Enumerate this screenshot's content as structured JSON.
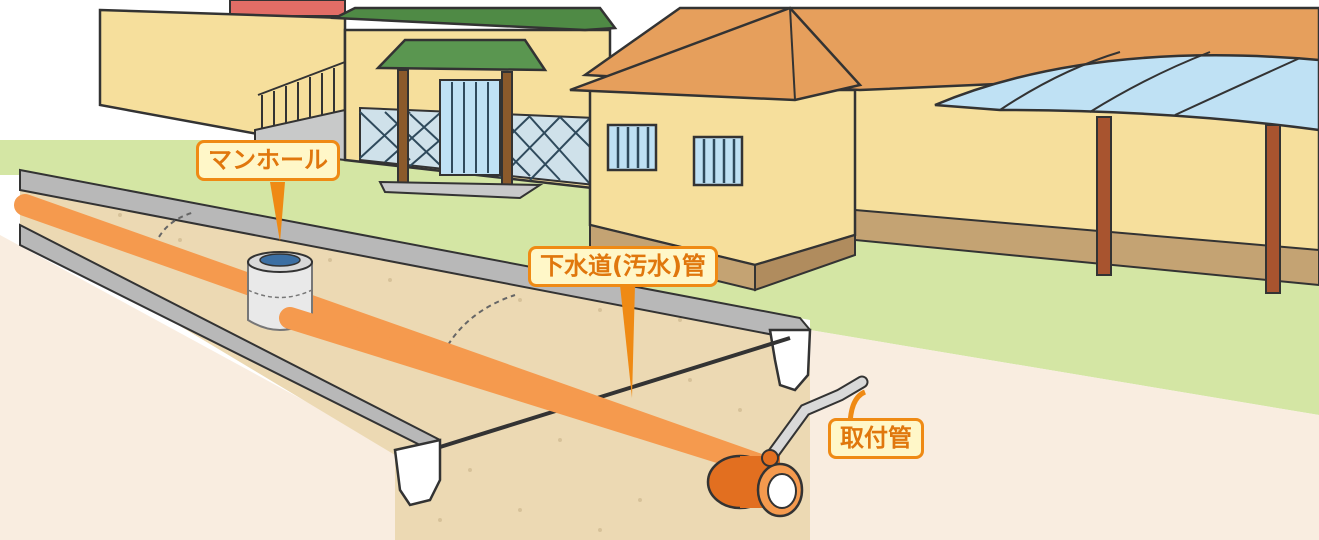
{
  "labels": {
    "manhole": "マンホール",
    "sewer_pipe": "下水道(汚水)管",
    "lateral_pipe": "取付管"
  },
  "colors": {
    "callout_border": "#ef8a14",
    "callout_fill": "#fff7c8",
    "callout_text": "#e0770d",
    "pipe": "#f59a4e",
    "pipe_dark": "#e26f20",
    "lawn": "#d4e6a4",
    "soil": "#ecd9b3",
    "roof": "#e69f5c",
    "roof_green": "#4f8a45",
    "wall": "#f6df9c",
    "canopy": "#bfe1f4"
  },
  "icons": [
    "manhole-icon",
    "sewer-pipe-icon",
    "lateral-pipe-icon",
    "gutter-icon",
    "house-icon"
  ]
}
